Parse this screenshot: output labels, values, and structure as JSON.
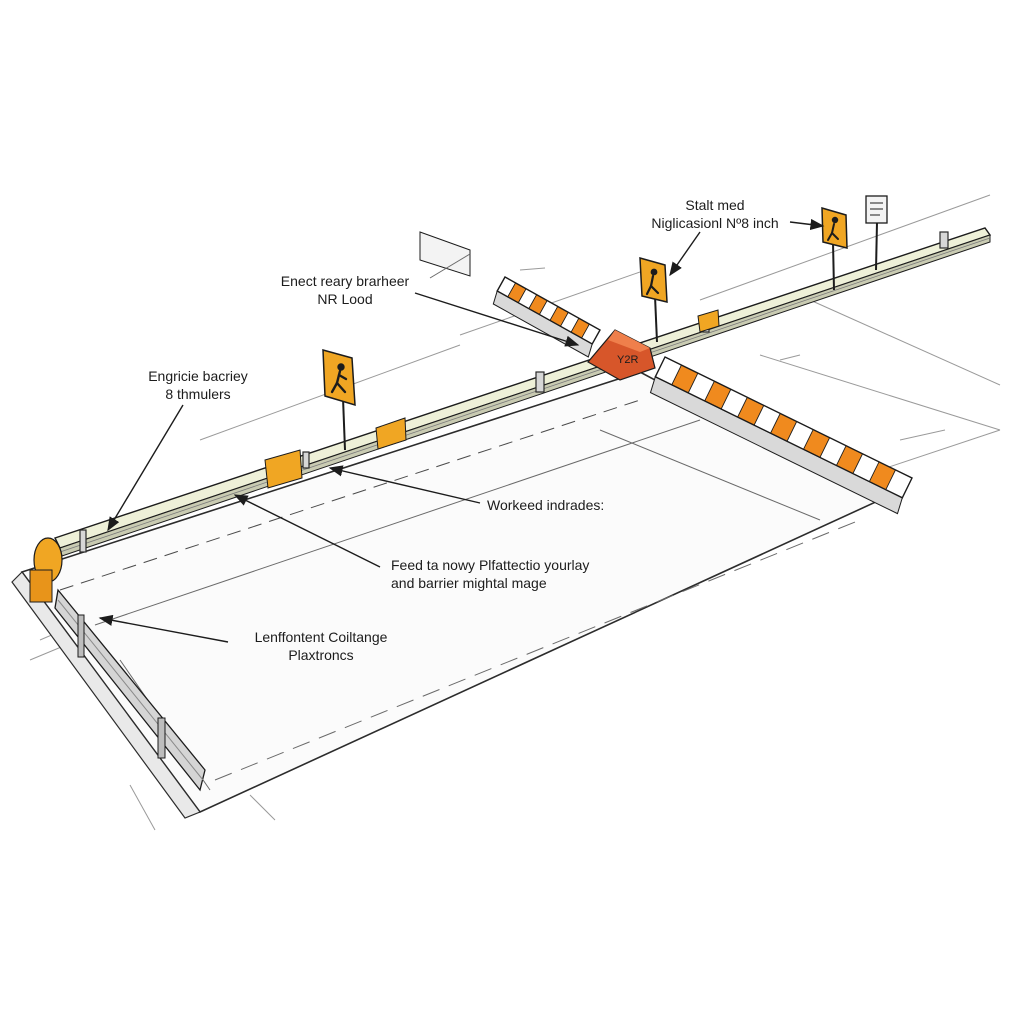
{
  "annotations": [
    {
      "id": "staff-med",
      "lines": [
        "Stalt med",
        "Niglicasionl Nº8 inch"
      ]
    },
    {
      "id": "enect-barrier",
      "lines": [
        "Enect reary brarheer",
        "NR Lood"
      ]
    },
    {
      "id": "engricie-barrier",
      "lines": [
        "Engricie bacriey",
        "8 thmulers"
      ]
    },
    {
      "id": "worked-indrades",
      "lines": [
        "Workeed indrades:"
      ]
    },
    {
      "id": "feed-platform",
      "lines": [
        "Feed ta nowy Plfattectio yourlay",
        "and barrier mightal mage"
      ]
    },
    {
      "id": "lenffontent",
      "lines": [
        "Lenffontent Coiltange",
        "Plaxtroncs"
      ]
    }
  ],
  "signs": [
    {
      "id": "pedestrian-sign-left",
      "icon": "pedestrian-icon"
    },
    {
      "id": "pedestrian-sign-center",
      "icon": "pedestrian-icon"
    },
    {
      "id": "pedestrian-sign-right",
      "icon": "pedestrian-icon"
    },
    {
      "id": "info-sign-far-right",
      "icon": "info-board-icon"
    }
  ],
  "colors": {
    "barrier_orange": "#f08a1e",
    "barrier_white": "#ffffff",
    "sign_yellow": "#f0a623",
    "rail_cream": "#eef0d8",
    "ink": "#1c1c1c",
    "cone_red": "#d7562a"
  }
}
